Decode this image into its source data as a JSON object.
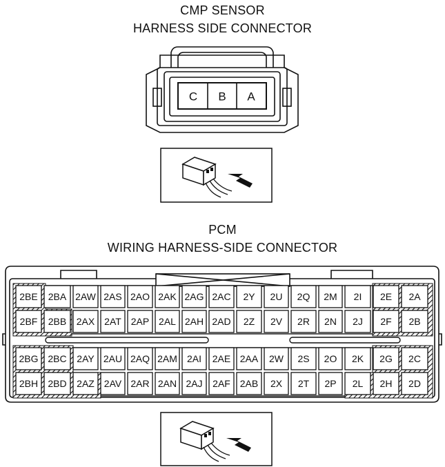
{
  "cmp": {
    "title_line1": "CMP SENSOR",
    "title_line2": "HARNESS SIDE CONNECTOR",
    "pins": [
      "C",
      "B",
      "A"
    ]
  },
  "pcm": {
    "title_line1": "PCM",
    "title_line2": "WIRING HARNESS-SIDE CONNECTOR",
    "rows": [
      [
        "2BE",
        "2BA",
        "2AW",
        "2AS",
        "2AO",
        "2AK",
        "2AG",
        "2AC",
        "2Y",
        "2U",
        "2Q",
        "2M",
        "2I",
        "2E",
        "2A"
      ],
      [
        "2BF",
        "2BB",
        "2AX",
        "2AT",
        "2AP",
        "2AL",
        "2AH",
        "2AD",
        "2Z",
        "2V",
        "2R",
        "2N",
        "2J",
        "2F",
        "2B"
      ],
      [
        "2BG",
        "2BC",
        "2AY",
        "2AU",
        "2AQ",
        "2AM",
        "2AI",
        "2AE",
        "2AA",
        "2W",
        "2S",
        "2O",
        "2K",
        "2G",
        "2C"
      ],
      [
        "2BH",
        "2BD",
        "2AZ",
        "2AV",
        "2AR",
        "2AN",
        "2AJ",
        "2AF",
        "2AB",
        "2X",
        "2T",
        "2P",
        "2L",
        "2H",
        "2D"
      ]
    ]
  },
  "icons": {
    "top": "connector-view-arrow-icon",
    "bottom": "connector-view-arrow-icon"
  }
}
